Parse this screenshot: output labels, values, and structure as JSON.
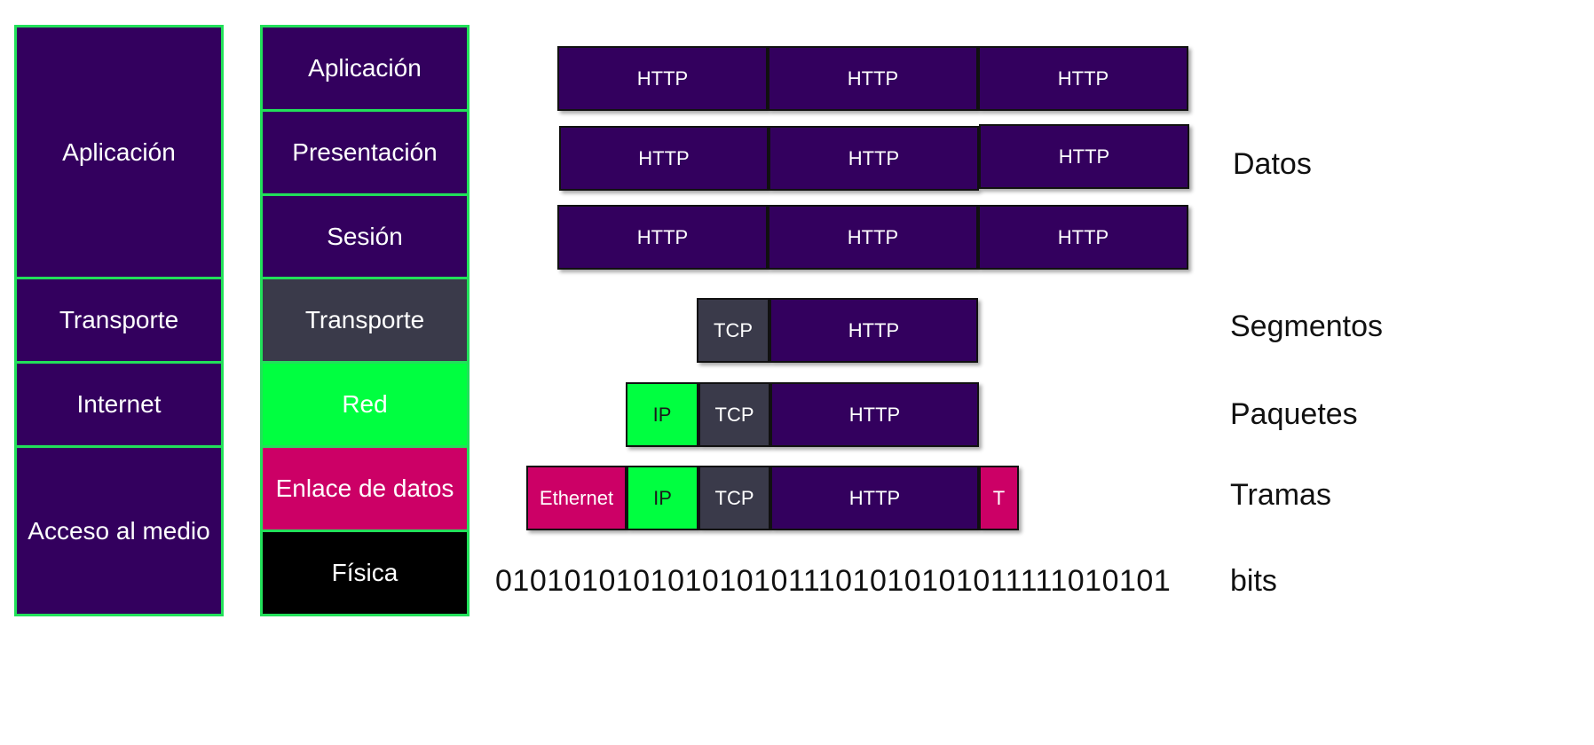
{
  "colors": {
    "purple": "#33005e",
    "slate": "#3a3a4a",
    "green": "#00ff40",
    "magenta": "#cc0066",
    "black": "#000000",
    "border_green": "#22e05a"
  },
  "tcpip_model": [
    "Aplicación",
    "Transporte",
    "Internet",
    "Acceso al medio"
  ],
  "osi_model": [
    "Aplicación",
    "Presentación",
    "Sesión",
    "Transporte",
    "Red",
    "Enlace de datos",
    "Física"
  ],
  "pdu_rows": [
    {
      "cells": [
        "HTTP",
        "HTTP",
        "HTTP"
      ]
    },
    {
      "cells": [
        "HTTP",
        "HTTP",
        "HTTP"
      ]
    },
    {
      "cells": [
        "HTTP",
        "HTTP",
        "HTTP"
      ]
    },
    {
      "cells": [
        "TCP",
        "HTTP"
      ]
    },
    {
      "cells": [
        "IP",
        "TCP",
        "HTTP"
      ]
    },
    {
      "cells": [
        "Ethernet",
        "IP",
        "TCP",
        "HTTP",
        "T"
      ]
    }
  ],
  "bits_text": "0101010101010101011101010101011111010101011101...",
  "pdu_names": [
    "Datos",
    "Segmentos",
    "Paquetes",
    "Tramas",
    "bits"
  ]
}
